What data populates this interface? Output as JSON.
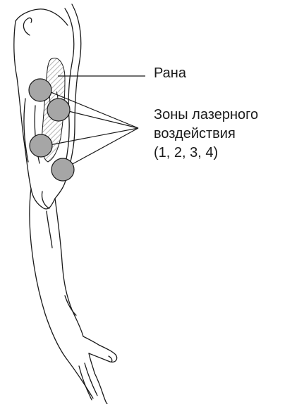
{
  "labels": {
    "wound": "Рана",
    "zones_line1": "Зоны лазерного",
    "zones_line2": "воздействия",
    "zones_line3": "(1, 2, 3, 4)"
  },
  "colors": {
    "outline": "#1a1a1a",
    "zone_fill": "#a6a6a6",
    "wound_hatch": "#b8b8b8"
  },
  "icons": {
    "figure": "arm-outline-icon",
    "marker": "laser-zone-marker-icon"
  }
}
